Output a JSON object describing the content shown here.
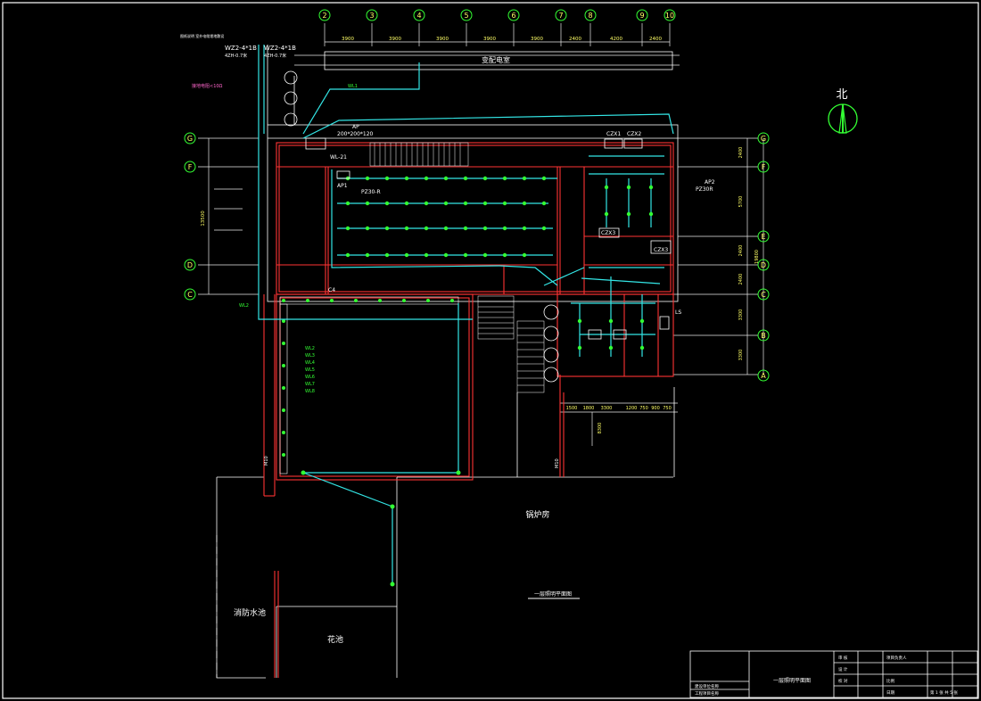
{
  "north_label": "北",
  "grid_cols": [
    "2",
    "3",
    "4",
    "5",
    "6",
    "7",
    "8",
    "9",
    "10"
  ],
  "grid_rows": [
    "G",
    "F",
    "E",
    "D",
    "C",
    "B",
    "A"
  ],
  "dims_top": [
    "3900",
    "3900",
    "3900",
    "3900",
    "3900",
    "2400",
    "4200",
    "2400"
  ],
  "dims_bottom": [
    "1500",
    "1800",
    "3300",
    "1200",
    "750",
    "900",
    "750"
  ],
  "dims_left": "13500",
  "dims_right": [
    "2400",
    "5700",
    "2400",
    "2400",
    "3300",
    "3300"
  ],
  "dims_right_total": "19800",
  "dim_south": "8300",
  "cable_top_1": "WZ2-4*1B",
  "cable_top_2": "WZ2-4*1B",
  "cable_sub_1": "4ZH-0.7米",
  "cable_sub_2": "4ZH-0.7米",
  "cable_note": "接地电阻<10Ω",
  "top_note": "图纸说明 室外电缆埋地敷设",
  "label_substation": "变配电室",
  "label_boiler_room": "锅炉房",
  "label_fire_pool": "消防水池",
  "label_flower_bed": "花池",
  "label_plan_title": "一层照明平面图",
  "label_wl1": "WL1",
  "label_wl2": "WL2",
  "label_tray": "200*200*120",
  "label_ap": "AP",
  "label_wl21": "WL-21",
  "label_ap1": "AP1",
  "label_pz30": "PZ30-R",
  "label_czx1": "CZX1",
  "label_czx2": "CZX2",
  "label_czx3": "CZX3",
  "label_czx4": "CZX3",
  "label_ap2": "AP2",
  "label_pz30r": "PZ30R",
  "label_c4": "C4",
  "label_m10a": "M10",
  "label_m10b": "M10",
  "label_ls": "LS",
  "wl_list": [
    "WL2",
    "WL3",
    "WL4",
    "WL5",
    "WL6",
    "WL7",
    "WL8"
  ],
  "title_block": {
    "drawing_name": "一层照明平面图",
    "left_1": "建设单位名称",
    "left_2": "工程项目名称",
    "rows": [
      "审 核",
      "设 计",
      "校 对"
    ],
    "project": "项目负责人",
    "sheet_info": "第 1 张 共 5 张",
    "scale": "比例",
    "date": "日期"
  }
}
